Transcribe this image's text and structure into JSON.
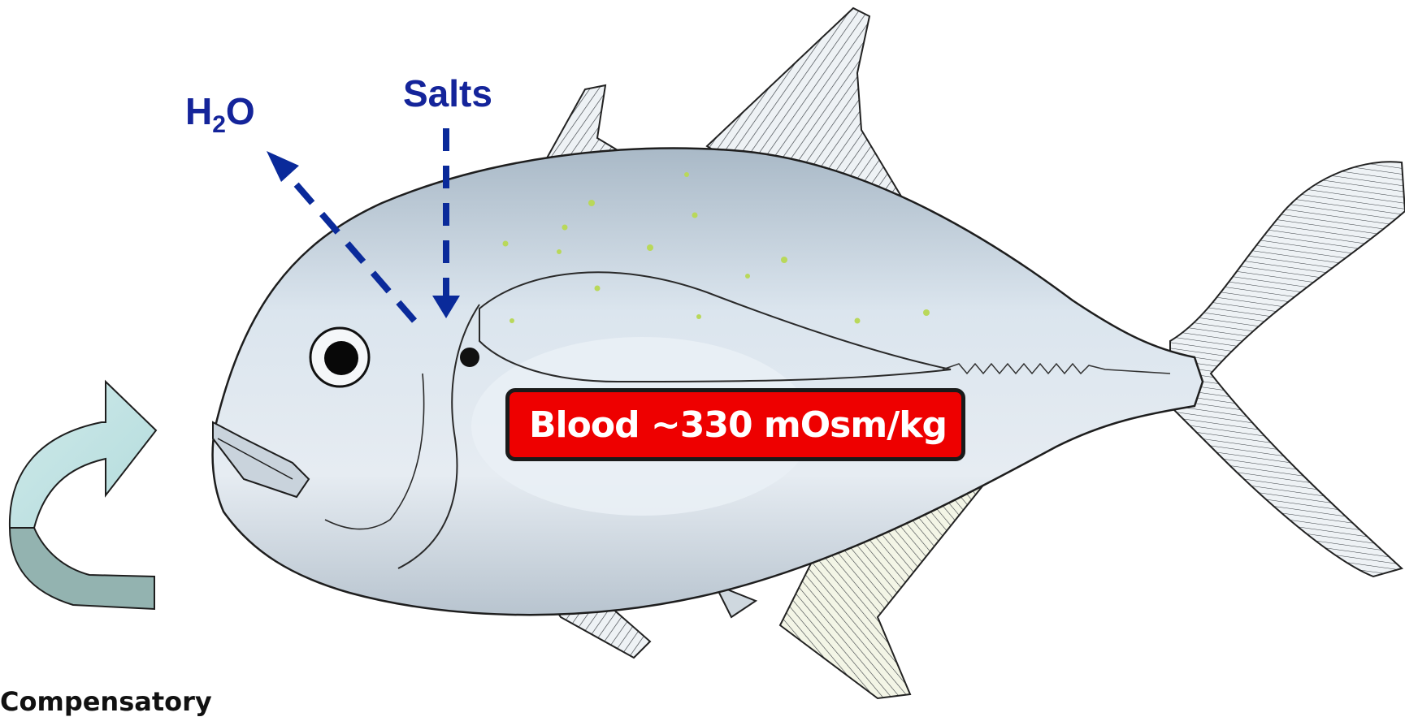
{
  "labels": {
    "water": "H",
    "water_subscript": "2",
    "water_suffix": "O",
    "salts": "Salts",
    "blood": "Blood ~330 mOsm/kg",
    "compensatory": "Compensatory"
  },
  "colors": {
    "arrow_blue": "#0a2a9a",
    "label_blue": "#14249a",
    "blood_box": "#ee0000",
    "fish_body": "#dde6ee",
    "curved_arrow_top": "#bfe0e2",
    "curved_arrow_bottom": "#93b3b0",
    "spots": "#b9d85a"
  },
  "icons": {
    "fish": "fish-illustration",
    "water_arrow": "dashed-arrow-up-left",
    "salts_arrow": "dashed-arrow-down",
    "compensation_arrow": "curved-arrow-icon"
  }
}
